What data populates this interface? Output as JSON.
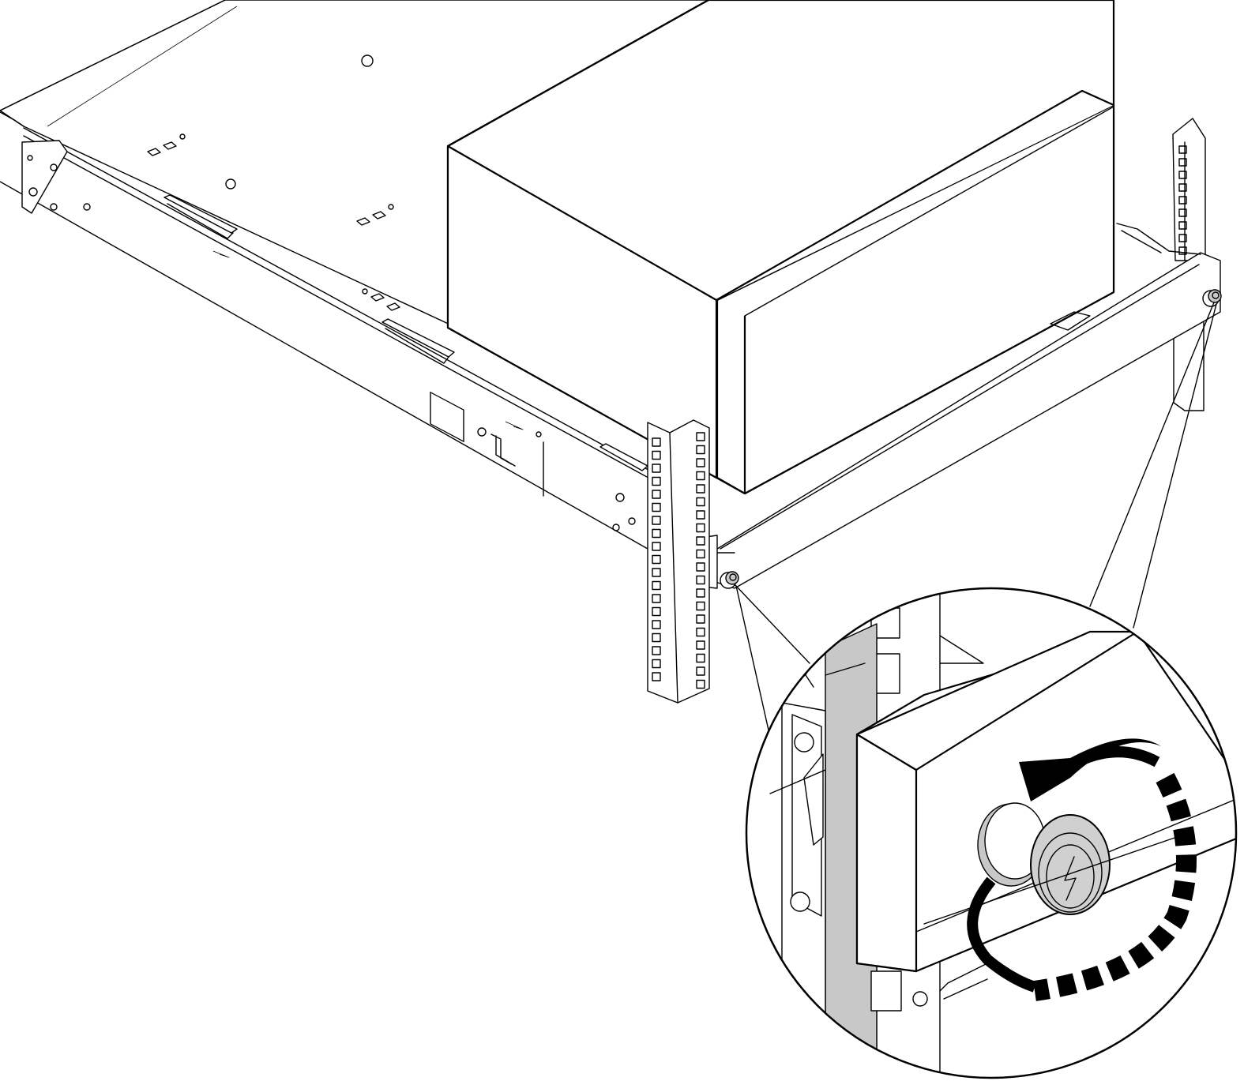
{
  "figure": {
    "description_label": "",
    "components": [
      "server-chassis",
      "slide-rail",
      "rack-post-front-left",
      "rack-post-rear-right",
      "front-bracket",
      "thumbscrew-left",
      "thumbscrew-right",
      "detail-magnifier"
    ],
    "rotation_direction": "counterclockwise",
    "colors": {
      "line": "#000000",
      "fill": "#ffffff",
      "rail_shade": "#c8c8c8",
      "screw_shade": "#d0d0d0"
    }
  }
}
